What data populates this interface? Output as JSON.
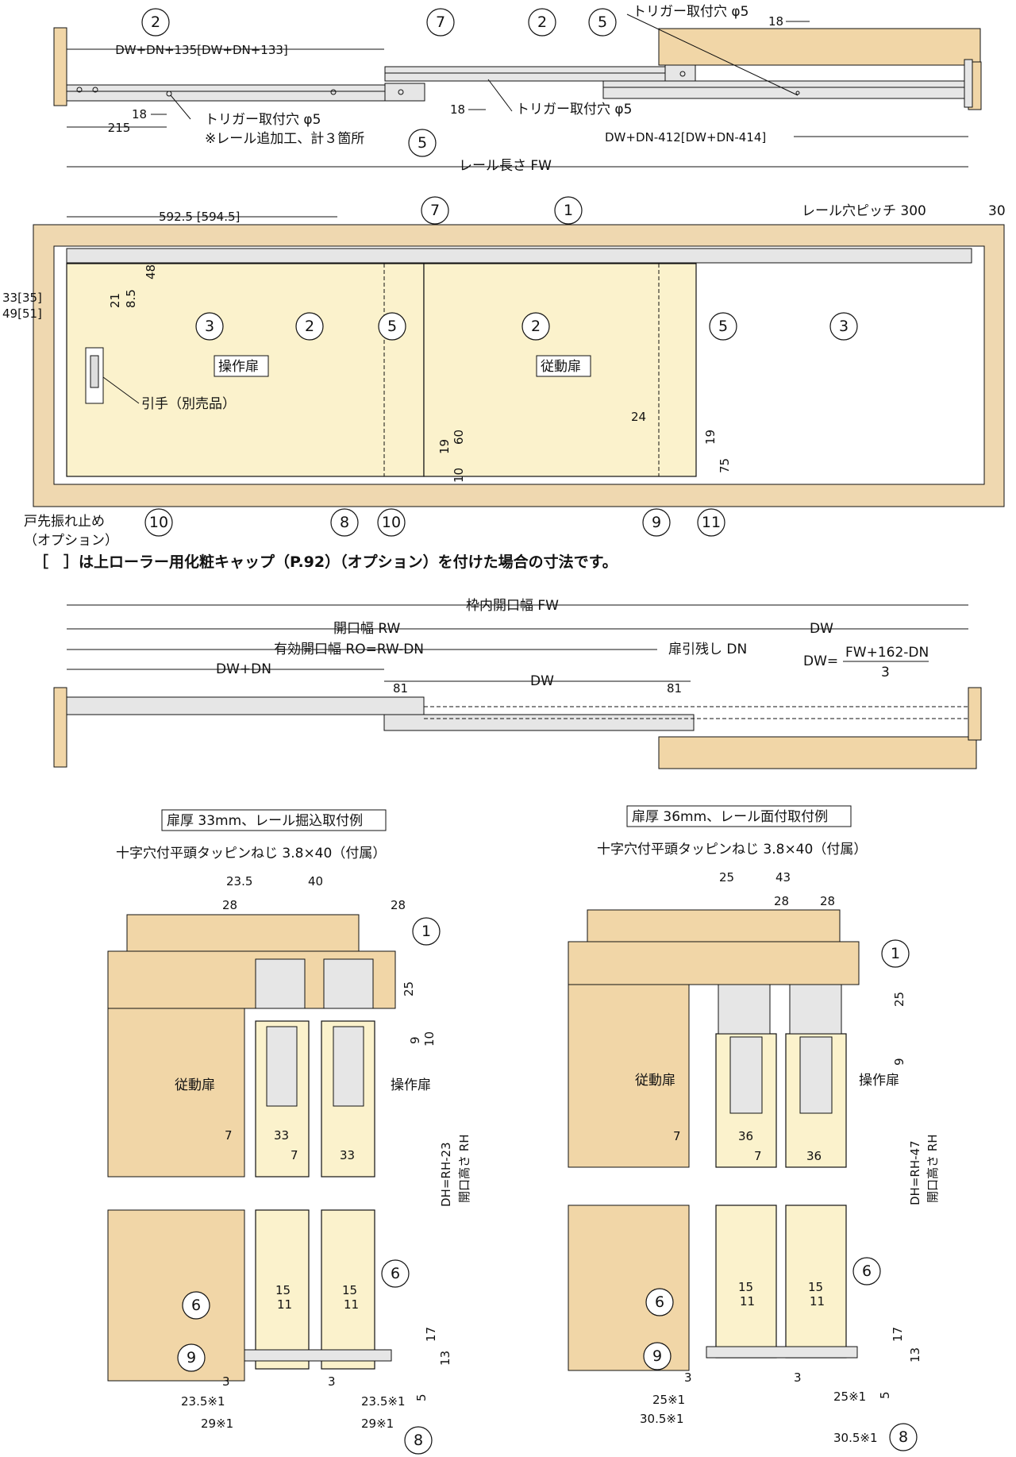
{
  "top_view": {
    "dim_total_closed": "DW+DN+135[DW+DN+133]",
    "dim_215": "215",
    "dim_18_a": "18",
    "dim_18_b": "18",
    "dim_18_c": "18",
    "trigger_hole_top": "トリガー取付穴 φ5",
    "trigger_hole_mid": "トリガー取付穴 φ5",
    "trigger_hole_left": "トリガー取付穴 φ5",
    "rail_note": "※レール追加工、計３箇所",
    "dim_right": "DW+DN-412[DW+DN-414]",
    "callouts": [
      "2",
      "7",
      "2",
      "5",
      "5"
    ]
  },
  "front_view": {
    "rail_length": "レール長さ FW",
    "dim_592": "592.5  [594.5]",
    "rail_pitch": "レール穴ピッチ 300",
    "dim_30": "30",
    "dim_33": "33[35]",
    "dim_49": "49[51]",
    "dim_21": "21",
    "dim_8_5": "8.5",
    "dim_48": "48",
    "door_operating": "操作扉",
    "door_driven": "従動扉",
    "handle": "引手（別売品）",
    "dim_24": "24",
    "dim_19a": "19",
    "dim_60": "60",
    "dim_10": "10",
    "dim_19b": "19",
    "dim_75": "75",
    "stopper": "戸先振れ止め",
    "stopper_opt": "（オプション）",
    "callouts_top": [
      "7",
      "1"
    ],
    "callouts_mid": [
      "3",
      "2",
      "5",
      "2",
      "5",
      "3"
    ],
    "callouts_bottom": [
      "10",
      "8",
      "10",
      "9",
      "11"
    ]
  },
  "bracket_note": "［　］は上ローラー用化粧キャップ（P.92）（オプション）を付けた場合の寸法です。",
  "open_view": {
    "fw": "枠内開口幅  FW",
    "rw": "開口幅 RW",
    "dw_top": "DW",
    "ro": "有効開口幅 RO=RW-DN",
    "dn": "扉引残し DN",
    "dw_dn": "DW+DN",
    "dw_mid": "DW",
    "dim_81a": "81",
    "dim_81b": "81",
    "formula_lhs": "DW=",
    "formula_num": "FW+162-DN",
    "formula_den": "3"
  },
  "section_left": {
    "title": "扉厚 33mm、レール掘込取付例",
    "screw": "十字穴付平頭タッピンねじ 3.8×40（付属）",
    "dims_top": [
      "23.5",
      "40",
      "28",
      "28"
    ],
    "dim_25": "25",
    "dim_9": "9",
    "dim_10": "10",
    "driven": "従動扉",
    "operating": "操作扉",
    "dim_7a": "7",
    "dim_33a": "33",
    "dim_7b": "7",
    "dim_33b": "33",
    "dh": "DH=RH-23",
    "rh": "開口高さ RH",
    "dims_bottom": [
      "15",
      "11",
      "15",
      "11",
      "17",
      "13",
      "3",
      "3",
      "5"
    ],
    "dim_235a": "23.5※1",
    "dim_29a": "29※1",
    "dim_235b": "23.5※1",
    "dim_29b": "29※1",
    "callouts": [
      "1",
      "6",
      "6",
      "9",
      "8"
    ]
  },
  "section_right": {
    "title": "扉厚 36mm、レール面付取付例",
    "screw": "十字穴付平頭タッピンねじ 3.8×40（付属）",
    "dims_top": [
      "25",
      "43",
      "28",
      "28"
    ],
    "dim_25": "25",
    "dim_9": "9",
    "driven": "従動扉",
    "operating": "操作扉",
    "dim_7a": "7",
    "dim_36a": "36",
    "dim_7b": "7",
    "dim_36b": "36",
    "dh": "DH=RH-47",
    "rh": "開口高さ RH",
    "dims_bottom": [
      "15",
      "11",
      "15",
      "11",
      "17",
      "13",
      "3",
      "3",
      "5"
    ],
    "dim_25a": "25※1",
    "dim_305a": "30.5※1",
    "dim_25b": "25※1",
    "dim_305b": "30.5※1",
    "callouts": [
      "1",
      "6",
      "6",
      "9",
      "8"
    ]
  }
}
